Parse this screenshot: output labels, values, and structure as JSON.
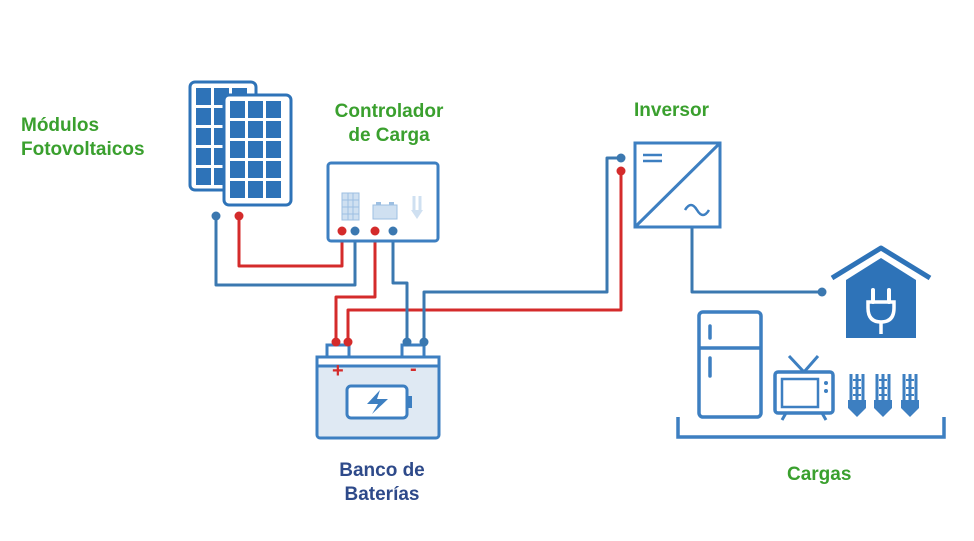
{
  "labels": {
    "modules": [
      "Módulos",
      "Fotovoltaicos"
    ],
    "controller": [
      "Controlador",
      "de Carga"
    ],
    "inverter": "Inversor",
    "battery": [
      "Banco de",
      "Baterías"
    ],
    "loads": "Cargas"
  },
  "colors": {
    "green_text": "#3aa02e",
    "navy_text": "#2e4a8a",
    "device_blue": "#3d7fc1",
    "wire_blue": "#3b78b0",
    "wire_red": "#d42b2b",
    "panel_cell": "#2e73b8",
    "battery_fill": "#dfe9f3"
  },
  "battery_terminals": {
    "positive": "+",
    "negative": "-"
  },
  "icons": [
    "solar-panel-icon",
    "charge-controller-icon",
    "inverter-icon",
    "battery-icon",
    "house-plug-icon",
    "refrigerator-icon",
    "tv-icon",
    "bulb-icon"
  ]
}
